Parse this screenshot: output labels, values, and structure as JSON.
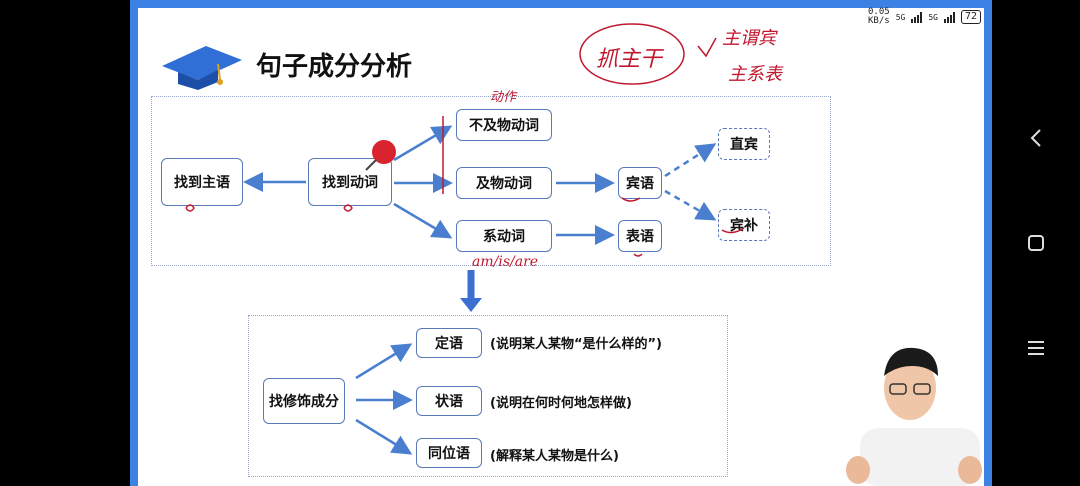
{
  "status": {
    "speed_value": "0.05",
    "speed_unit": "KB/s",
    "network1": "5G",
    "network2": "5G",
    "battery": "72"
  },
  "slide": {
    "title": "句子成分分析",
    "top_diagram": {
      "find_subject": "找到主语",
      "find_verb": "找到动词",
      "intransitive": "不及物动词",
      "transitive": "及物动词",
      "linking": "系动词",
      "object": "宾语",
      "predicative": "表语",
      "direct_object": "直宾",
      "object_complement": "宾补"
    },
    "bottom_diagram": {
      "find_modifiers": "找修饰成分",
      "attributive": "定语",
      "attributive_note": "(说明某人某物“是什么样的”)",
      "adverbial": "状语",
      "adverbial_note": "(说明在何时何地怎样做)",
      "appositive": "同位语",
      "appositive_note": "(解释某人某物是什么)"
    },
    "handwriting": {
      "grab": "抓主干",
      "action": "动作",
      "am_is_are": "am/is/are",
      "subj_pred_obj": "主谓宾",
      "subj_link_pred": "主系表"
    }
  },
  "colors": {
    "frame": "#3b82e4",
    "arrow": "#4a7fd0",
    "box_border": "#5a79b8",
    "ink": "#c0182f"
  }
}
